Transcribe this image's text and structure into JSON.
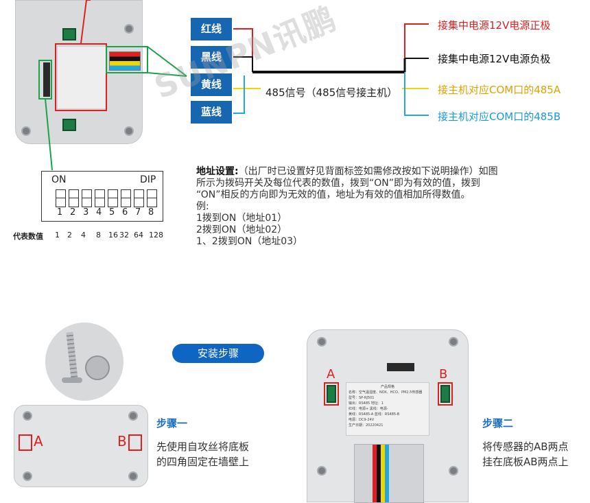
{
  "wires": [
    {
      "label": "红线",
      "color": "#e02020"
    },
    {
      "label": "黑线",
      "color": "#111111"
    },
    {
      "label": "黄线",
      "color": "#f2d600"
    },
    {
      "label": "蓝线",
      "color": "#22a7e0"
    }
  ],
  "signal_label": "485信号（485信号接主机）",
  "right_labels": [
    {
      "text": "接集中电源12V电源正极",
      "color": "#e02020"
    },
    {
      "text": "接集中电源12V电源负极",
      "color": "#111111"
    },
    {
      "text": "接主机对应COM口的485A",
      "color": "#e0a000"
    },
    {
      "text": "接主机对应COM口的485B",
      "color": "#1a9ad8"
    }
  ],
  "watermark": "SUNPN讯鹏",
  "dip": {
    "on_label": "ON",
    "dip_label": "DIP",
    "numbers": [
      "1",
      "2",
      "3",
      "4",
      "5",
      "6",
      "7",
      "8"
    ],
    "values_caption": "代表数值",
    "values": [
      "1",
      "2",
      "4",
      "8",
      "16",
      "32",
      "64",
      "128"
    ]
  },
  "address": {
    "title": "地址设置:",
    "line1": "（出厂时已设置好见背面标签如需修改按如下说明操作）如图",
    "line2": "所示为拨码开关及每位代表的数值，拨到“ON”即为有效的值，拨到",
    "line3": "“ON”相反的方向即为无效的值，地址为有效的值相加所得数值。",
    "example": "例:",
    "ex1": "1拨到ON（地址01）",
    "ex2": "2拨到ON（地址02）",
    "ex3": "1、2拨到ON（地址03）"
  },
  "install_button": "安装步骤",
  "step1": {
    "title": "步骤一",
    "line1": "先使用自攻丝将底板",
    "line2": "的四角固定在墙壁上"
  },
  "step2": {
    "title": "步骤二",
    "line1": "将传感器的AB两点",
    "line2": "挂在底板AB两点上"
  },
  "base_labels": {
    "a": "A",
    "b": "B"
  },
  "device_label": {
    "title": "产品规格",
    "rows": [
      "名称：空气温湿度、NOX、HCO、PM2.5传感器",
      "型号：SP-RJ501",
      "输出：RS485    地址：1",
      "红线：电源+    黑线：电源-",
      "黄线：RS485-A   蓝线：RS485-B",
      "电源：DC9-24V",
      "生产日期：20220421"
    ]
  }
}
